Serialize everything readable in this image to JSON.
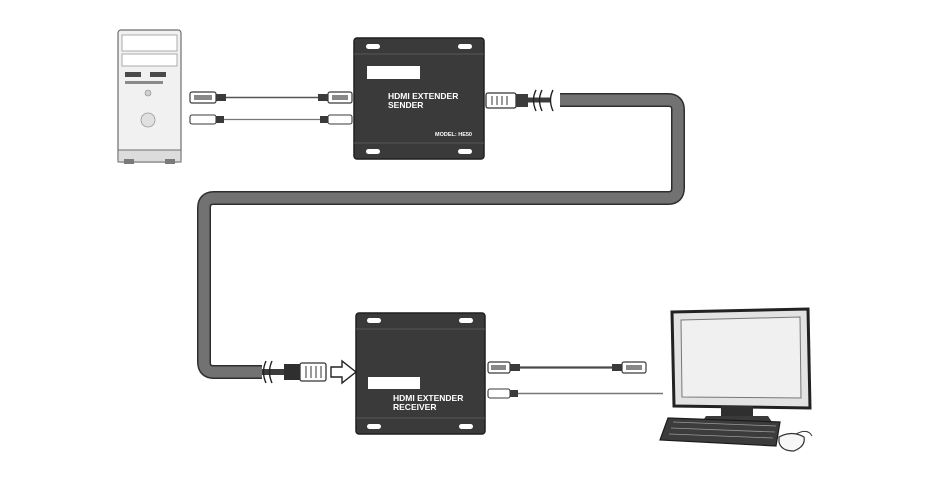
{
  "sender": {
    "line1": "HDMI EXTENDER",
    "line2": "SENDER",
    "model": "MODEL: HE50"
  },
  "receiver": {
    "line1": "HDMI EXTENDER",
    "line2": "RECEIVER"
  },
  "colors": {
    "box": "#3a3a3a",
    "box_edge": "#1f1f1f",
    "cable": "#6f6f6f",
    "cable_edge": "#2e2e2e",
    "pc_body": "#eeeeee",
    "screen": "#e9e9e9"
  }
}
